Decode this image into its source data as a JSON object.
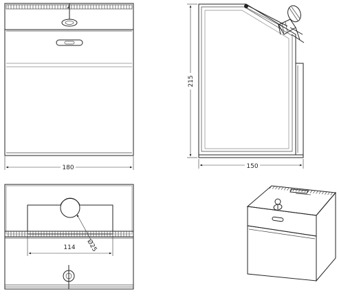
{
  "drawing": {
    "dimensions": {
      "front_width": "180",
      "side_height": "215",
      "side_depth": "150",
      "slot_length": "114",
      "key_diameter": "Ø25"
    }
  }
}
